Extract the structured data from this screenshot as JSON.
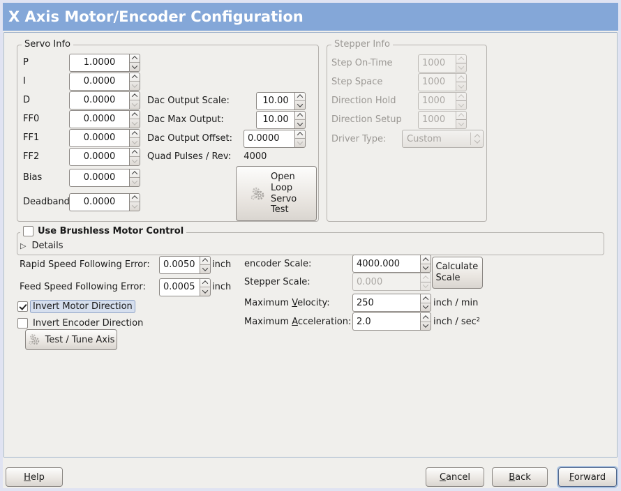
{
  "window": {
    "title": "X Axis Motor/Encoder Configuration"
  },
  "colors": {
    "titlebar": "#84a7d8",
    "dialog_bg": "#f0efec",
    "highlight_bg": "#d6dfee",
    "highlight_border": "#8fa3c6",
    "focus_ring": "#aac2e0",
    "disabled_text": "#a5a29e"
  },
  "icons": {
    "expander_glyph": "▷"
  },
  "servo_info": {
    "title": "Servo Info",
    "fields": [
      {
        "label": "P",
        "value": "1.0000"
      },
      {
        "label": "I",
        "value": "0.0000"
      },
      {
        "label": "D",
        "value": "0.0000"
      },
      {
        "label": "FF0",
        "value": "0.0000"
      },
      {
        "label": "FF1",
        "value": "0.0000"
      },
      {
        "label": "FF2",
        "value": "0.0000"
      },
      {
        "label": "Bias",
        "value": "0.0000"
      },
      {
        "label": "Deadband",
        "value": "0.0000"
      }
    ],
    "dac_fields": [
      {
        "label": "Dac Output Scale:",
        "value": "10.00"
      },
      {
        "label": "Dac Max Output:",
        "value": "10.00"
      },
      {
        "label": "Dac Output Offset:",
        "value": "0.0000"
      }
    ],
    "quad_label": "Quad Pulses / Rev:",
    "quad_value": "4000",
    "open_loop_button": "Open Loop Servo Test"
  },
  "stepper_info": {
    "title": "Stepper Info",
    "fields": [
      {
        "label": "Step On-Time",
        "value": "1000"
      },
      {
        "label": "Step Space",
        "value": "1000"
      },
      {
        "label": "Direction Hold",
        "value": "1000"
      },
      {
        "label": "Direction Setup",
        "value": "1000"
      }
    ],
    "driver_type_label": "Driver Type:",
    "driver_type_value": "Custom"
  },
  "brushless": {
    "checkbox_label": "Use Brushless Motor Control",
    "details_label": "Details"
  },
  "errors": {
    "rapid_label": "Rapid Speed Following Error:",
    "rapid_value": "0.0050",
    "rapid_unit": "inch",
    "feed_label": "Feed Speed Following Error:",
    "feed_value": "0.0005",
    "feed_unit": "inch"
  },
  "direction": {
    "invert_motor_label": "Invert Motor Direction",
    "invert_encoder_label": "Invert Encoder Direction",
    "test_tune_button": "Test / Tune Axis"
  },
  "scaling": {
    "encoder_label": "encoder Scale:",
    "encoder_value": "4000.000",
    "stepper_label": "Stepper Scale:",
    "stepper_value": "0.000",
    "calculate_button": "Calculate Scale",
    "velocity": {
      "pre": "Maximum ",
      "key": "V",
      "post": "elocity:"
    },
    "velocity_value": "250",
    "velocity_unit": "inch / min",
    "acceleration": {
      "pre": "Maximum ",
      "key": "A",
      "post": "cceleration:"
    },
    "acceleration_value": "2.0",
    "acceleration_unit": "inch / sec²"
  },
  "footer": {
    "help": {
      "key": "H",
      "post": "elp"
    },
    "cancel": {
      "key": "C",
      "post": "ancel"
    },
    "back": {
      "key": "B",
      "post": "ack"
    },
    "forward": {
      "key": "F",
      "post": "orward"
    }
  }
}
